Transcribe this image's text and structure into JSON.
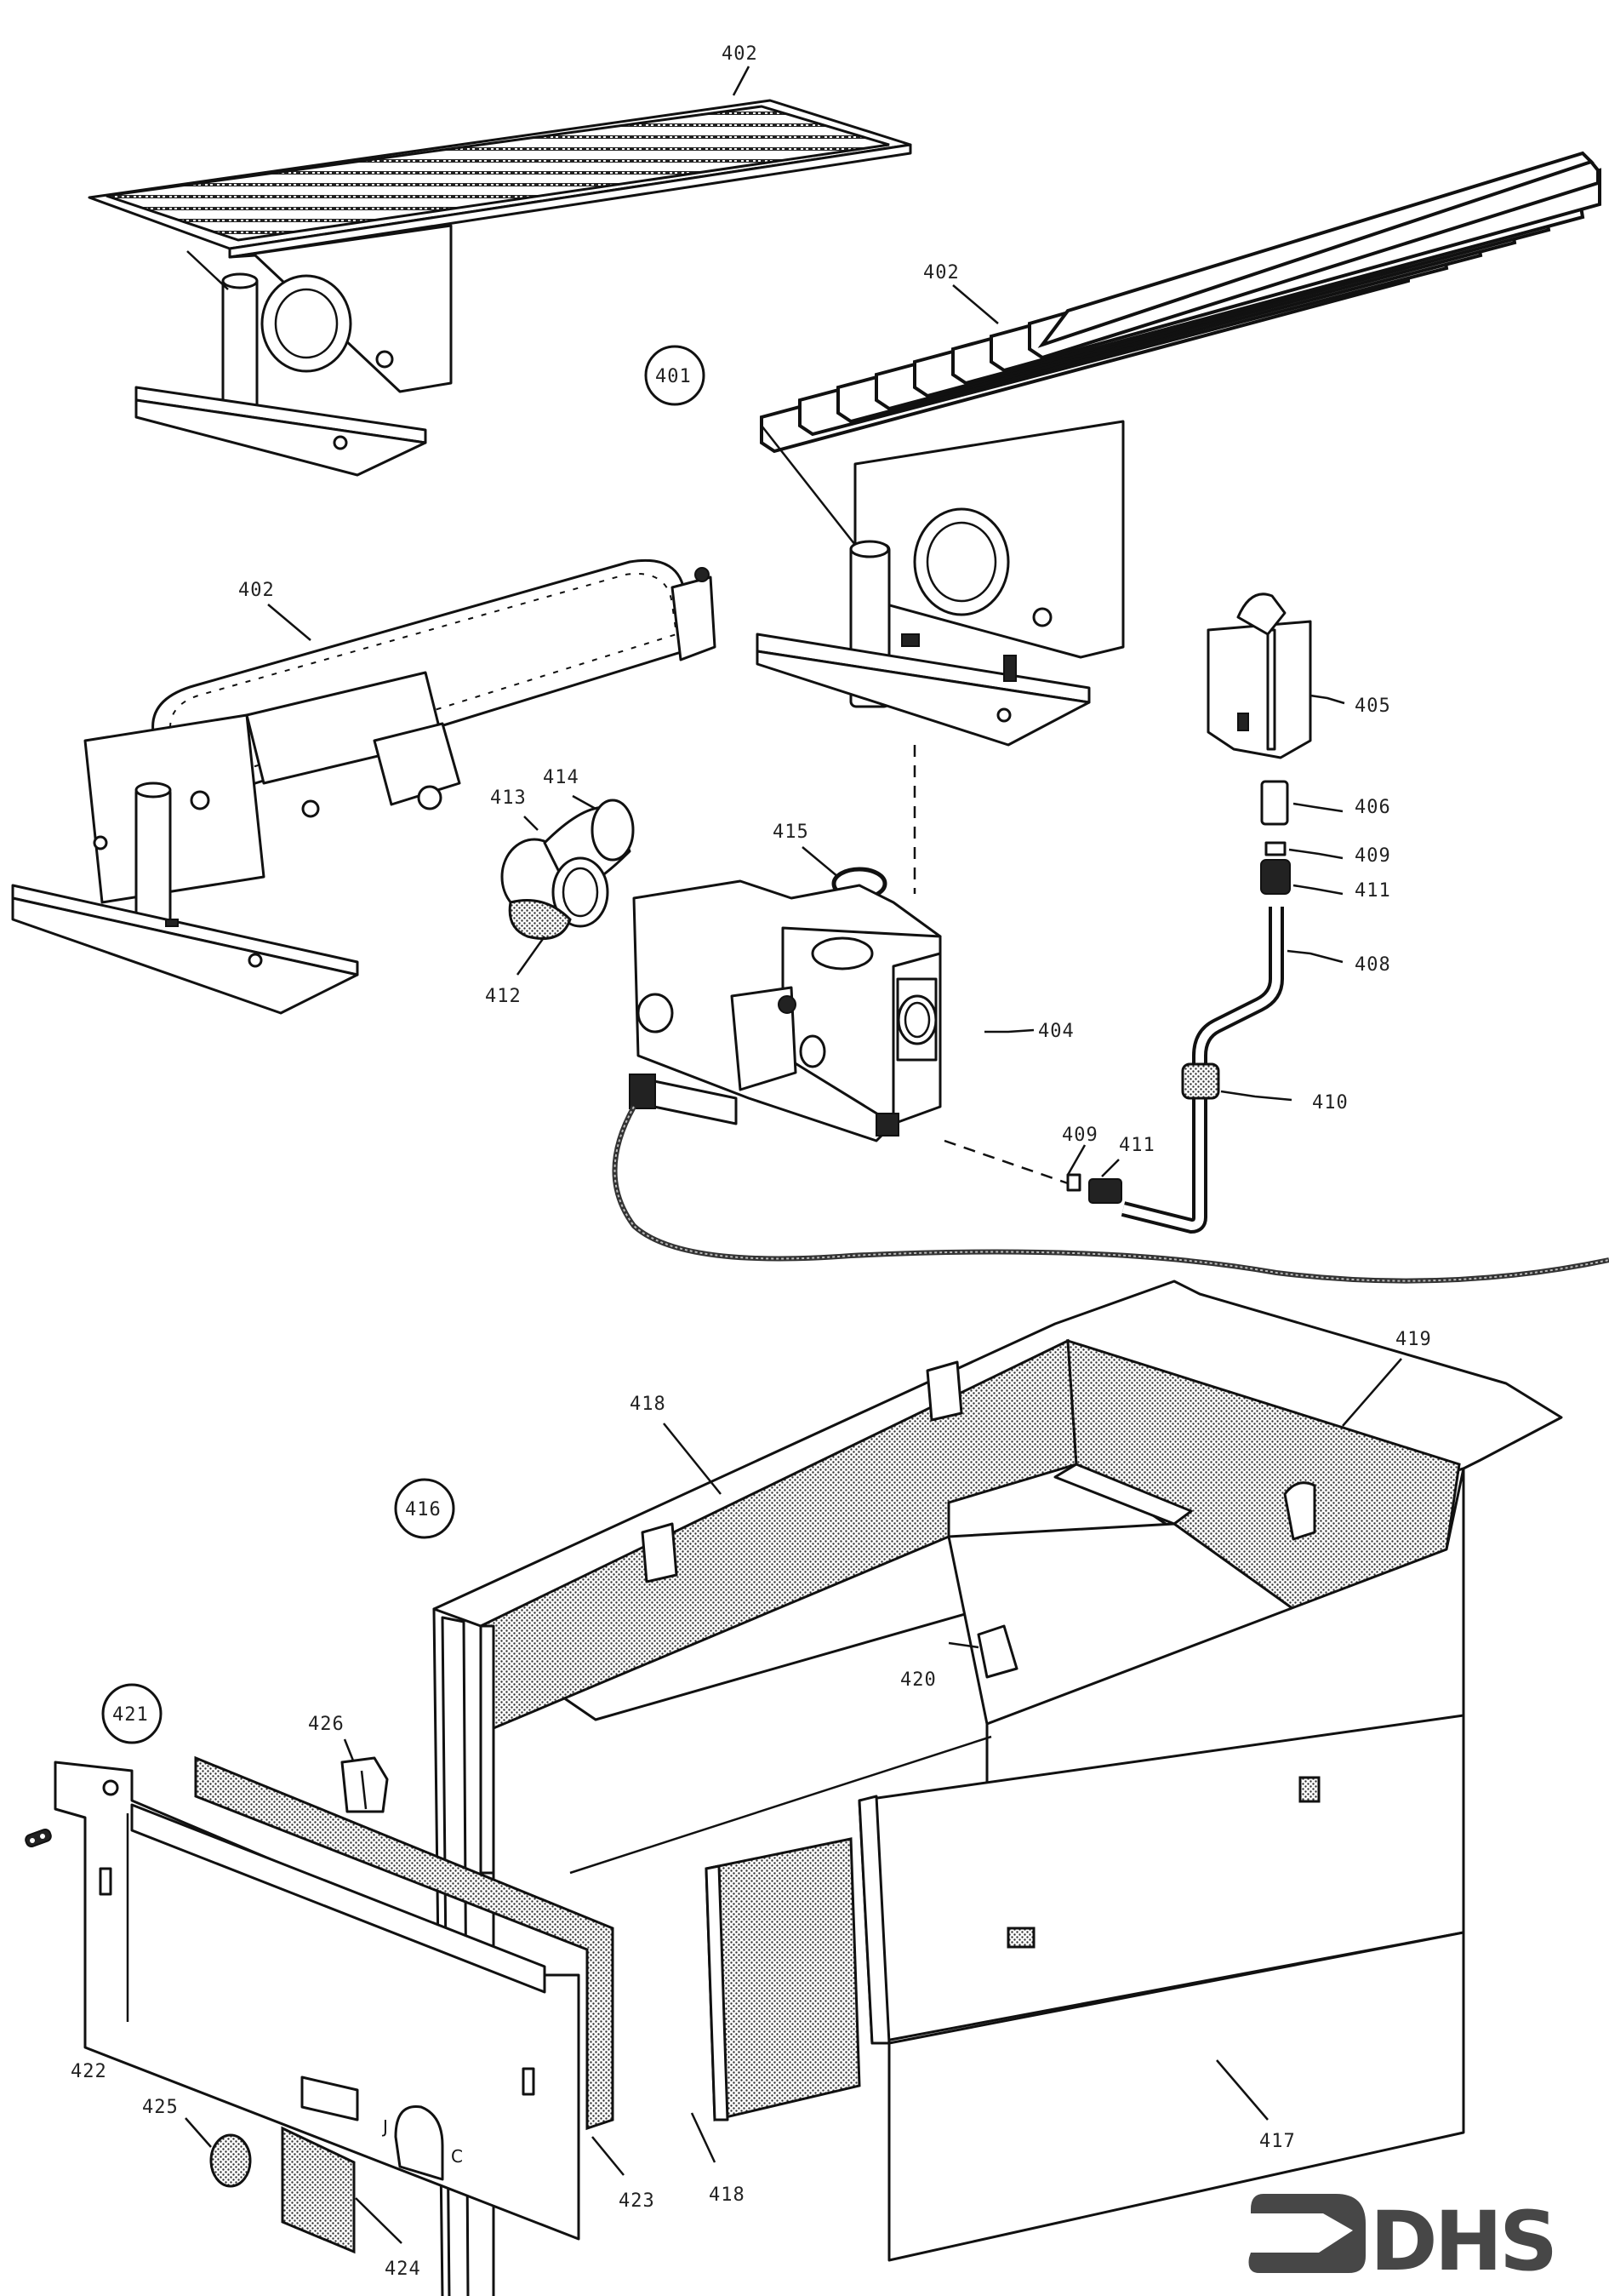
{
  "diagram": {
    "title": "Burner and combustion chamber exploded parts view",
    "group_labels": {
      "burner_assembly": "401",
      "combustion_box": "416",
      "front_panel": "421"
    },
    "part_labels": {
      "burner_top": "402",
      "burner_right": "402",
      "burner_left": "402",
      "gas_valve": "404",
      "thermocouple_holder": "405",
      "thermocouple_nut": "406",
      "pilot_tube": "408",
      "olive_top": "409",
      "nut_top": "411",
      "grommet": "410",
      "olive_bottom": "409",
      "nut_bottom": "411",
      "elbow_gasket": "412",
      "elbow": "413",
      "connector": "414",
      "o_ring": "415",
      "front_panel_lower": "417",
      "side_insulation": "418",
      "side_insulation_bottom": "418",
      "rear_insulation": "419",
      "clip_center": "420",
      "front_plate": "422",
      "plate_insulation": "423",
      "sight_window": "424",
      "sight_disc": "425",
      "clip_left": "426"
    },
    "panel_letters": {
      "left": "J",
      "right": "C"
    },
    "logo": {
      "text": "DHS",
      "icon": "arrow-right-bracket-icon",
      "color": "#474747"
    }
  }
}
